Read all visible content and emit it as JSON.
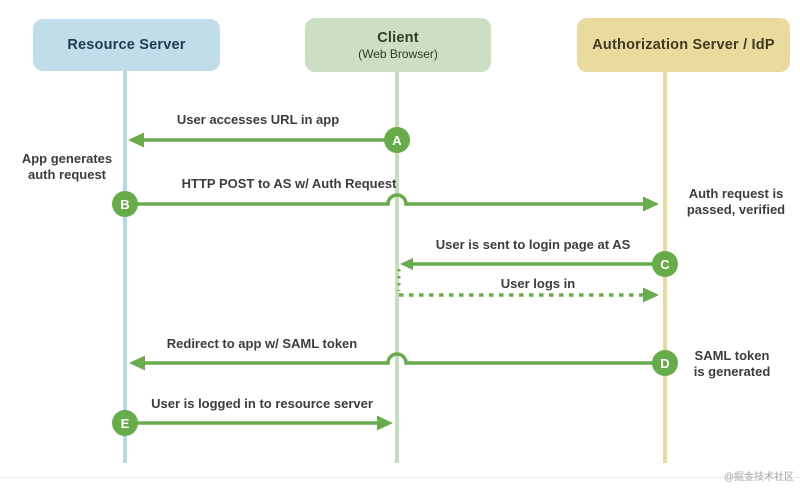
{
  "page": {
    "watermark": "@掘金技术社区"
  },
  "colors": {
    "arrow_green": "#6aac4d",
    "marker_green": "#67ab4a",
    "resource_fill": "#c0dde9",
    "resource_line": "#b9d7e6",
    "resource_text": "#1c3c50",
    "client_fill": "#cadfc3",
    "client_line": "#c6dcc1",
    "client_text": "#2f3e2b",
    "auth_fill": "#e9da9d",
    "auth_line": "#e8d9a1",
    "auth_text": "#403a22",
    "label_text": "#3d3d3d"
  },
  "lanes": {
    "resource": {
      "title": "Resource Server"
    },
    "client": {
      "title": "Client",
      "subtitle": "(Web Browser)"
    },
    "auth": {
      "title": "Authorization Server / IdP"
    }
  },
  "steps": {
    "a": {
      "letter": "A",
      "label": "User accesses URL in app"
    },
    "b": {
      "letter": "B",
      "label": "HTTP POST to AS w/ Auth Request",
      "note_left": "App generates\nauth request",
      "note_right": "Auth request is\npassed, verified"
    },
    "c": {
      "letter": "C",
      "label": "User is sent to login page at AS",
      "followup_label": "User logs in"
    },
    "d": {
      "letter": "D",
      "label": "Redirect to app w/ SAML token",
      "note_right": "SAML token\nis generated"
    },
    "e": {
      "letter": "E",
      "label": "User is logged in to resource server"
    }
  }
}
